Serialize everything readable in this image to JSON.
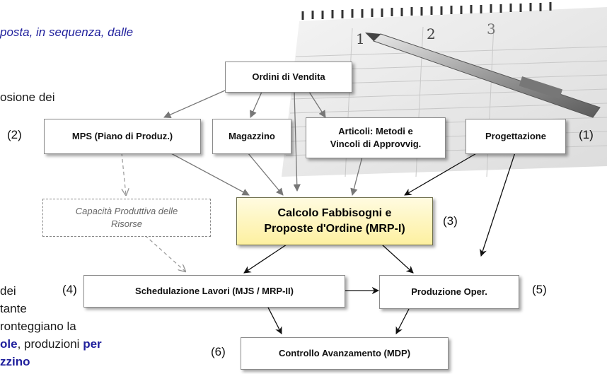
{
  "background_text": {
    "line1": "posta, in sequenza, dalle",
    "line2": "osione dei",
    "line3": "dei",
    "line4": "tante",
    "line5": "ronteggiano la",
    "line6a": "ole",
    "line6b": ", produzioni ",
    "line6c": "per",
    "line7": "zzino"
  },
  "boxes": {
    "ordini": "Ordini di Vendita",
    "mps": "MPS (Piano di Produz.)",
    "magazzino": "Magazzino",
    "articoli_1": "Articoli: Metodi e",
    "articoli_2": "Vincoli di Approvvig.",
    "progettazione": "Progettazione",
    "capacita_1": "Capacità Produttiva delle",
    "capacita_2": "Risorse",
    "calcolo_1": "Calcolo Fabbisogni e",
    "calcolo_2": "Proposte d'Ordine (MRP-I)",
    "schedulazione": "Schedulazione Lavori (MJS / MRP-II)",
    "produzione": "Produzione Oper.",
    "controllo": "Controllo Avanzamento (MDP)"
  },
  "numbers": {
    "n1": "(1)",
    "n2": "(2)",
    "n3": "(3)",
    "n4": "(4)",
    "n5": "(5)",
    "n6": "(6)"
  },
  "photo": {
    "day_1": "1",
    "day_2": "2",
    "day_3": "3"
  }
}
